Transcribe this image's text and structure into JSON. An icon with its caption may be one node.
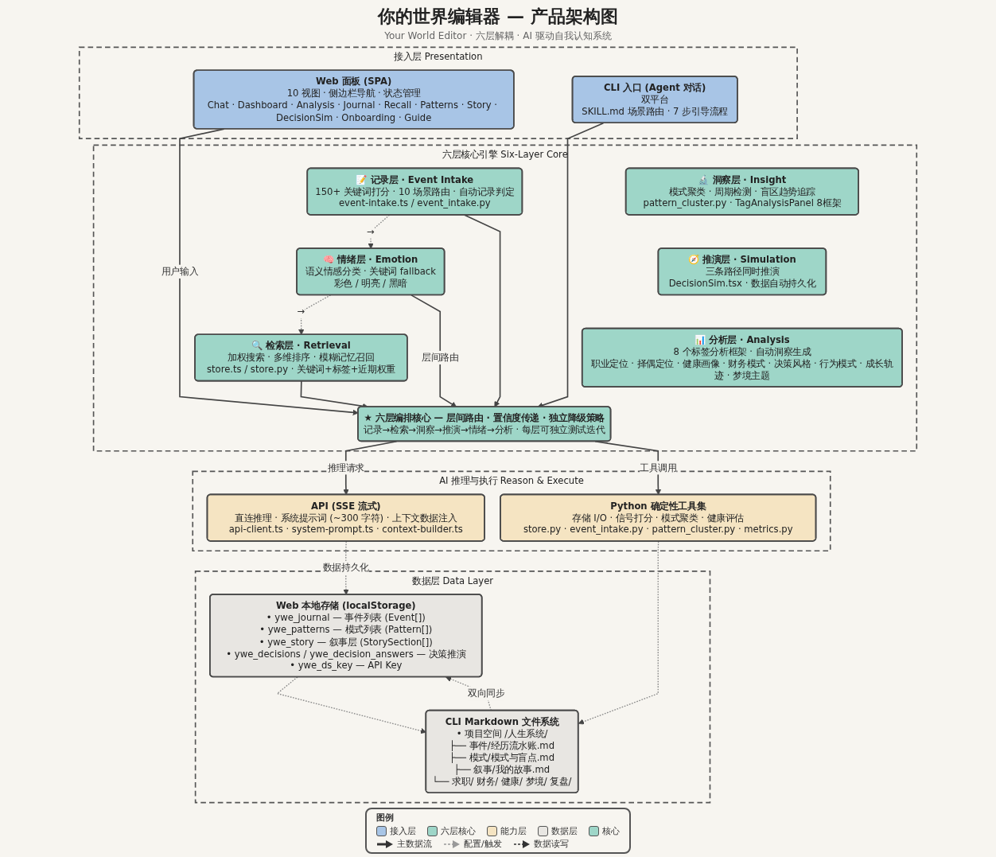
{
  "diagram": {
    "title": "你的世界编辑器 — 产品架构图",
    "nodes": [
      {
        "text": [
          "接入层 Presentation"
        ]
      },
      {
        "text": [
          "Web 面板 (SPA)",
          "10 视图 · 侧边栏导航 · 状态管理",
          "Chat · Dashboard · Analysis · Journal · Recall · Patterns · Story · DecisionSim · Onboarding · Guide"
        ],
        "in": 0
      },
      {
        "text": [
          "CLI 入口 (Agent 对话)",
          "双平台",
          "SKILL.md 场景路由 · 7 步引导流程"
        ],
        "in": 0
      },
      {
        "text": [
          "六层核心引擎 Six-Layer Core"
        ]
      },
      {
        "text": [
          "📝 记录层 · Event Intake",
          "150+ 关键词打分 · 10 场景路由 · 自动记录判定",
          "event-intake.ts / event_intake.py"
        ],
        "in": 3
      },
      {
        "text": [
          "🧠 情绪层 · Emotion",
          "语义情感分类 · 关键词 fallback",
          "彩色 / 明亮 / 黑暗"
        ],
        "in": 3
      },
      {
        "text": [
          "🔍 检索层 · Retrieval",
          "加权搜索 · 多维排序 · 模糊记忆召回",
          "store.ts / store.py · 关键词+标签+近期权重"
        ],
        "in": 3
      },
      {
        "text": [
          "🔬 洞察层 · Insight",
          "模式聚类 · 周期检测 · 盲区趋势追踪",
          "pattern_cluster.py · TagAnalysisPanel 8框架"
        ],
        "in": 3
      },
      {
        "text": [
          "🧭 推演层 · Simulation",
          "三条路径同时推演",
          "DecisionSim.tsx · 数据自动持久化"
        ],
        "in": 3
      },
      {
        "text": [
          "📊 分析层 · Analysis",
          "8 个标签分析框架 · 自动洞察生成",
          "职业定位 · 择偶定位 · 健康画像 · 财务模式 · 决策风格 · 行为模式 · 成长轨迹 · 梦境主题"
        ],
        "in": 3
      },
      {
        "text": [
          "★ 六层编排核心 — 层间路由 · 置信度传递 · 独立降级策略",
          "记录→检索→洞察→推演→情绪→分析 · 每层可独立测试迭代"
        ],
        "in": 3
      },
      {
        "text": [
          "AI 推理与执行 Reason & Execute"
        ]
      },
      {
        "text": [
          "API (SSE 流式)",
          "直连推理 · 系统提示词 (~300 字符) · 上下文数据注入",
          "api-client.ts · system-prompt.ts · context-builder.ts"
        ],
        "in": 11
      },
      {
        "text": [
          "Python 确定性工具集",
          "存储 I/O · 信号打分 · 模式聚类 · 健康评估",
          "store.py · event_intake.py · pattern_cluster.py · metrics.py"
        ],
        "in": 11
      },
      {
        "text": [
          "数据层 Data Layer"
        ]
      },
      {
        "text": [
          "Web 本地存储 (localStorage)",
          "• ywe_journal — 事件列表 (Event[])",
          "• ywe_patterns — 模式列表 (Pattern[])",
          "• ywe_story — 叙事层 (StorySection[])",
          "• ywe_decisions / ywe_decision_answers — 决策推演",
          "• ywe_ds_key — API Key"
        ],
        "in": 14
      },
      {
        "text": [
          "CLI Markdown 文件系统",
          "• 项目空间 /人生系统/",
          "├── 事件/经历流水账.md",
          "├── 模式/模式与盲点.md",
          "├── 叙事/我的故事.md",
          "└── 求职/ 财务/ 健康/ 梦境/ 复盘/"
        ],
        "in": 14
      }
    ],
    "edges": [
      {
        "from": 1,
        "to": 10,
        "arrow": "to",
        "label": "用户输入"
      },
      {
        "from": 2,
        "to": 10,
        "arrow": "to"
      },
      {
        "from": 4,
        "to": 5,
        "arrow": "to",
        "label": "→",
        "style": "dashed",
        "color": "#888888"
      },
      {
        "from": 5,
        "to": 6,
        "arrow": "to",
        "label": "→",
        "style": "dashed",
        "color": "#888888"
      },
      {
        "from": 4,
        "to": 10,
        "arrow": "to"
      },
      {
        "from": 5,
        "to": 10,
        "arrow": "to",
        "label": "层间路由"
      },
      {
        "from": 6,
        "to": 10,
        "arrow": "to"
      },
      {
        "from": 10,
        "to": 12,
        "arrow": "to",
        "label": "推理请求"
      },
      {
        "from": 10,
        "to": 13,
        "arrow": "to",
        "label": "工具调用"
      },
      {
        "from": 12,
        "to": 15,
        "arrow": "to",
        "label": "数据持久化",
        "style": "dashed",
        "color": "#888888"
      },
      {
        "from": 13,
        "to": 16,
        "arrow": "to",
        "style": "dashed",
        "color": "#888888"
      },
      {
        "from": 15,
        "to": 16,
        "arrow": "to",
        "style": "dashed",
        "color": "#888888"
      },
      {
        "from": 16,
        "to": 15,
        "arrow": "to",
        "label": "双向同步",
        "style": "dashed",
        "color": "#888888"
      }
    ],
    "labels": [
      "Your World Editor · 六层解耦 · AI 驱动自我认知系统",
      "图例"
    ],
    "legend": [
      {
        "text": "接入层",
        "color": "#a8c5e6"
      },
      {
        "text": "六层核心",
        "color": "#9ed6c8"
      },
      {
        "text": "能力层",
        "color": "#f5e4c2"
      },
      {
        "text": "数据层",
        "color": "#e8e6e2"
      },
      {
        "text": "核心",
        "color": "#9ed6c8"
      },
      {
        "text": "主数据流"
      },
      {
        "text": "配置/触发"
      },
      {
        "text": "数据读写"
      }
    ]
  }
}
